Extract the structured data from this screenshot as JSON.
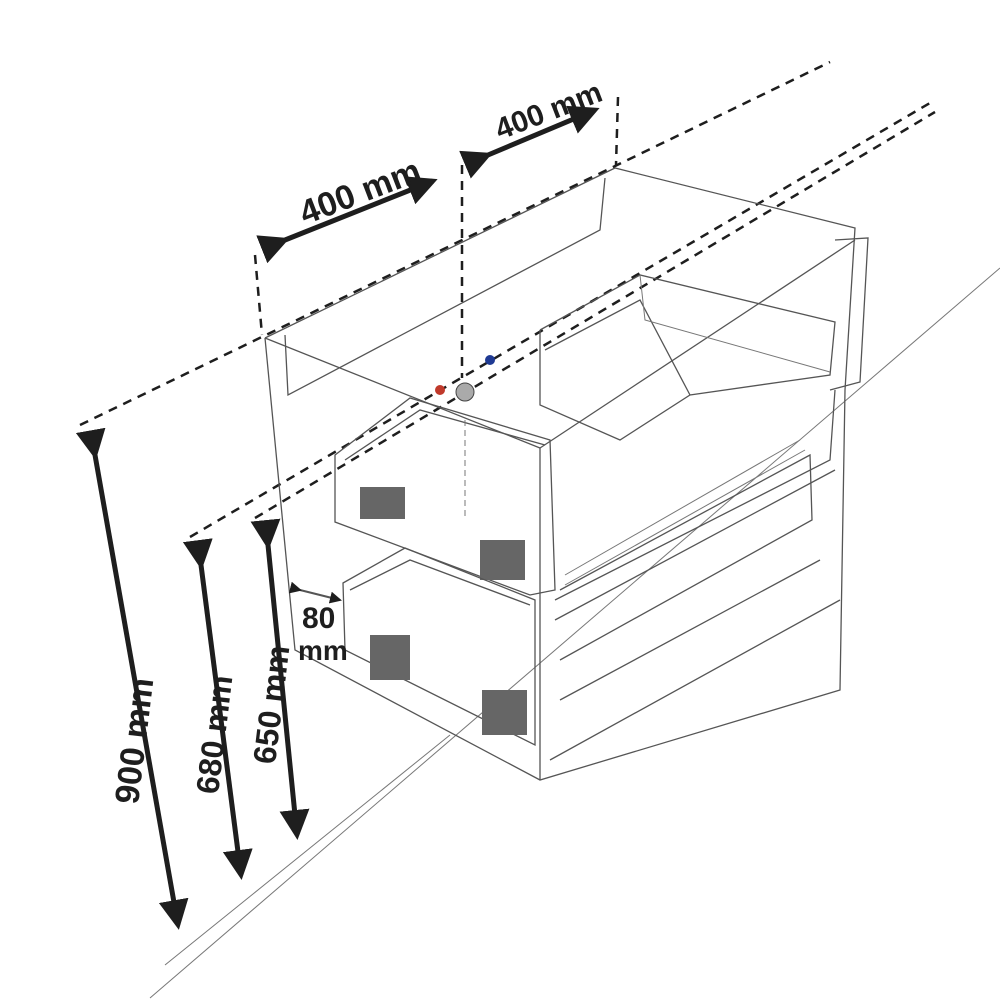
{
  "dimensions": {
    "width_left": "400 mm",
    "width_right": "400 mm",
    "height_total": "900 mm",
    "height_upper": "680 mm",
    "height_lower": "650 mm",
    "offset_value": "80",
    "offset_unit": "mm"
  },
  "colors": {
    "line": "#1e1e1e",
    "outline": "#555555",
    "pipe_red": "#c0392b",
    "pipe_blue": "#1f3a93"
  }
}
